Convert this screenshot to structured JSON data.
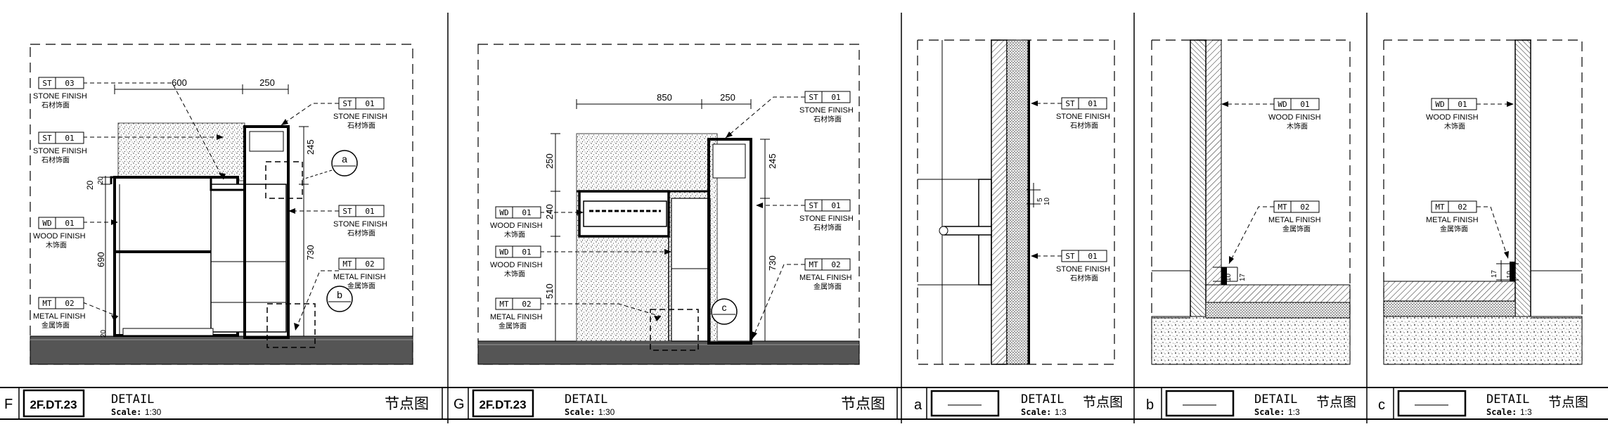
{
  "panels": [
    {
      "id": "F",
      "title_block": {
        "letter": "F",
        "ref": "2F.DT.23",
        "title": "DETAIL",
        "scale_label": "Scale:",
        "scale_value": "1:30",
        "chinese": "节点图"
      },
      "dims": [
        "600",
        "250",
        "245",
        "20",
        "20",
        "690",
        "730",
        "20"
      ],
      "tags": [
        {
          "code": "ST",
          "num": "03",
          "en": "STONE FINISH",
          "cn": "石材饰面"
        },
        {
          "code": "ST",
          "num": "01",
          "en": "STONE FINISH",
          "cn": "石材饰面"
        },
        {
          "code": "WD",
          "num": "01",
          "en": "WOOD FINISH",
          "cn": "木饰面"
        },
        {
          "code": "MT",
          "num": "02",
          "en": "METAL FINISH",
          "cn": "金属饰面"
        },
        {
          "code": "ST",
          "num": "01",
          "en": "STONE FINISH",
          "cn": "石材饰面"
        },
        {
          "code": "ST",
          "num": "01",
          "en": "STONE FINISH",
          "cn": "石材饰面"
        },
        {
          "code": "MT",
          "num": "02",
          "en": "METAL FINISH",
          "cn": "金属饰面"
        }
      ],
      "callouts": [
        "a",
        "b"
      ]
    },
    {
      "id": "G",
      "title_block": {
        "letter": "G",
        "ref": "2F.DT.23",
        "title": "DETAIL",
        "scale_label": "Scale:",
        "scale_value": "1:30",
        "chinese": "节点图"
      },
      "dims": [
        "850",
        "250",
        "250",
        "245",
        "240",
        "510",
        "730"
      ],
      "tags": [
        {
          "code": "WD",
          "num": "01",
          "en": "WOOD FINISH",
          "cn": "木饰面"
        },
        {
          "code": "WD",
          "num": "01",
          "en": "WOOD FINISH",
          "cn": "木饰面"
        },
        {
          "code": "MT",
          "num": "02",
          "en": "METAL FINISH",
          "cn": "金属饰面"
        },
        {
          "code": "ST",
          "num": "01",
          "en": "STONE FINISH",
          "cn": "石材饰面"
        },
        {
          "code": "ST",
          "num": "01",
          "en": "STONE FINISH",
          "cn": "石材饰面"
        },
        {
          "code": "MT",
          "num": "02",
          "en": "METAL FINISH",
          "cn": "金属饰面"
        }
      ],
      "callouts": [
        "c"
      ]
    },
    {
      "id": "a",
      "title_block": {
        "letter": "a",
        "ref": "———",
        "title": "DETAIL",
        "scale_label": "Scale:",
        "scale_value": "1:3",
        "chinese": "节点图"
      },
      "dims": [
        "5",
        "10"
      ],
      "tags": [
        {
          "code": "ST",
          "num": "01",
          "en": "STONE FINISH",
          "cn": "石材饰面"
        },
        {
          "code": "ST",
          "num": "01",
          "en": "STONE FINISH",
          "cn": "石材饰面"
        }
      ]
    },
    {
      "id": "b",
      "title_block": {
        "letter": "b",
        "ref": "———",
        "title": "DETAIL",
        "scale_label": "Scale:",
        "scale_value": "1:3",
        "chinese": "节点图"
      },
      "dims": [
        "10",
        "17"
      ],
      "tags": [
        {
          "code": "WD",
          "num": "01",
          "en": "WOOD FINISH",
          "cn": "木饰面"
        },
        {
          "code": "MT",
          "num": "02",
          "en": "METAL FINISH",
          "cn": "金属饰面"
        }
      ]
    },
    {
      "id": "c",
      "title_block": {
        "letter": "c",
        "ref": "———",
        "title": "DETAIL",
        "scale_label": "Scale:",
        "scale_value": "1:3",
        "chinese": "节点图"
      },
      "dims": [
        "17",
        "10"
      ],
      "tags": [
        {
          "code": "WD",
          "num": "01",
          "en": "WOOD FINISH",
          "cn": "木饰面"
        },
        {
          "code": "MT",
          "num": "02",
          "en": "METAL FINISH",
          "cn": "金属饰面"
        }
      ]
    }
  ]
}
